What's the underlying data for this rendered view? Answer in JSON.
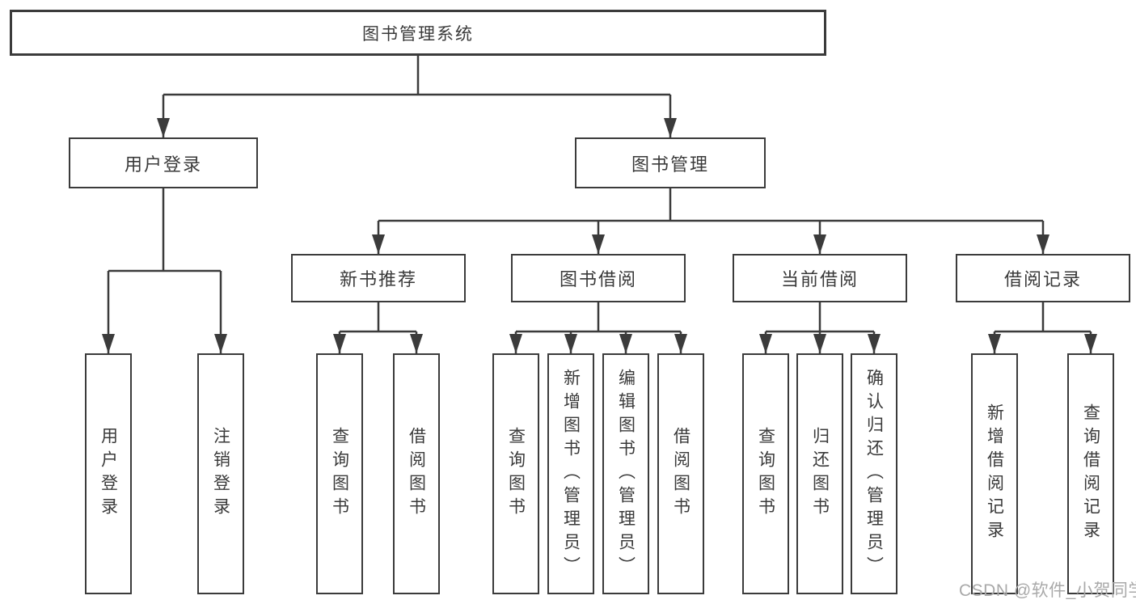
{
  "theme": {
    "line": "#3b3b3b",
    "text": "#3a3a3a",
    "watermark": "#a9a9a9",
    "background": "#ffffff"
  },
  "watermark": "CSDN @软件_小贺同学",
  "tree": {
    "root": "图书管理系统",
    "branches": [
      {
        "label": "用户登录",
        "children": [
          "用户登录",
          "注销登录"
        ]
      },
      {
        "label": "图书管理",
        "groups": [
          {
            "label": "新书推荐",
            "children": [
              "查询图书",
              "借阅图书"
            ]
          },
          {
            "label": "图书借阅",
            "children": [
              "查询图书",
              "新增图书（管理员）",
              "编辑图书（管理员）",
              "借阅图书"
            ]
          },
          {
            "label": "当前借阅",
            "children": [
              "查询图书",
              "归还图书",
              "确认归还（管理员）"
            ]
          },
          {
            "label": "借阅记录",
            "children": [
              "新增借阅记录",
              "查询借阅记录"
            ]
          }
        ]
      }
    ]
  }
}
